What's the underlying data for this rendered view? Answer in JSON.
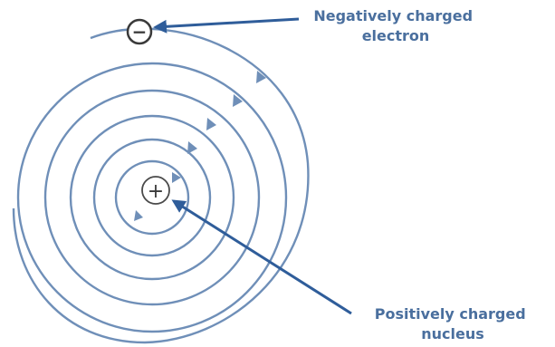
{
  "diagram": {
    "electron_label": {
      "line1": "Negatively charged",
      "line2": "electron"
    },
    "nucleus_label": {
      "line1": "Positively charged",
      "line2": "nucleus"
    },
    "electron_symbol": "−",
    "nucleus_symbol": "+",
    "electron_icon": "minus-in-circle-icon",
    "nucleus_icon": "plus-in-circle-icon",
    "colors": {
      "orbit": "#6f8fb8",
      "arrow": "#2f5d9a",
      "text": "#4a6f9e",
      "particle": "#3a3a3a"
    }
  }
}
